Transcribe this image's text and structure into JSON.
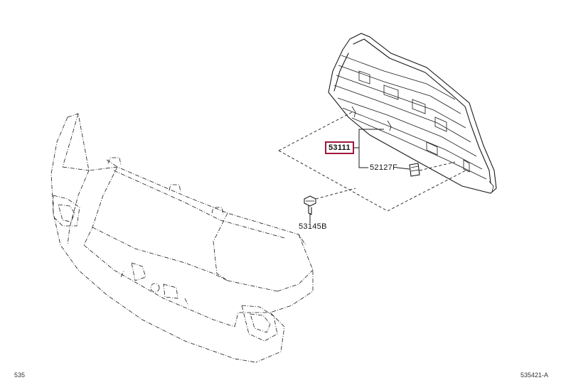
{
  "parts": {
    "grille": {
      "part_number": "53111",
      "highlight_color": "#a0173d"
    },
    "clip": {
      "part_number": "52127F"
    },
    "screw": {
      "part_number": "53145B"
    }
  },
  "footer": {
    "left_code": "535",
    "right_code": "535421-A"
  }
}
